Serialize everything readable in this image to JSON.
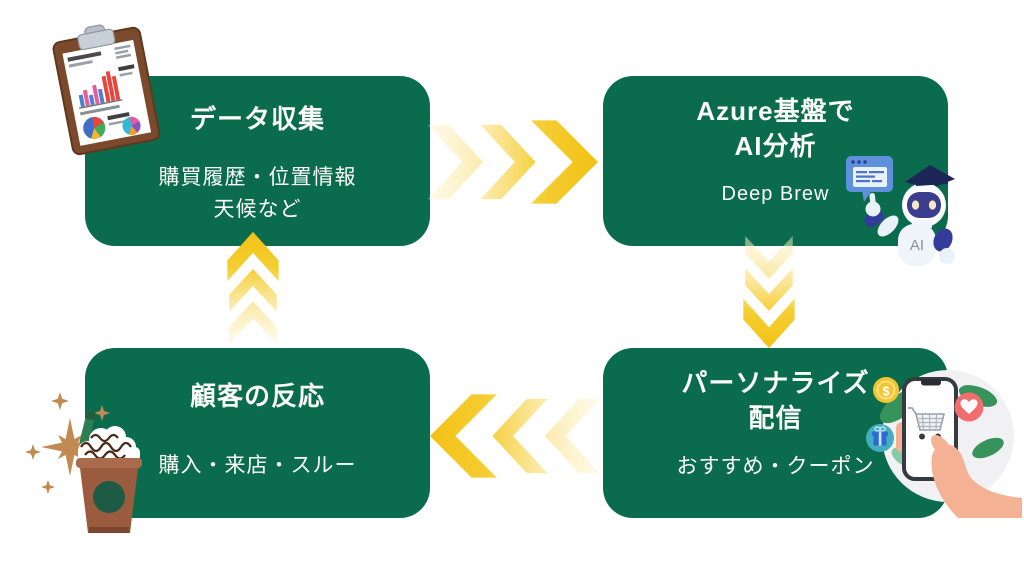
{
  "colors": {
    "background": "#FFFFFF",
    "box_green": "#0B6C4D",
    "arrow_yellow": "#F2C113",
    "text_white": "#FBFBF8"
  },
  "steps": {
    "data_collection": {
      "title": "データ収集",
      "subtitle_line1": "購買履歴・位置情報",
      "subtitle_line2": "天候など"
    },
    "azure_ai": {
      "title_line1": "Azure基盤で",
      "title_line2": "AI分析",
      "subtitle": "Deep Brew"
    },
    "personalized_delivery": {
      "title_line1": "パーソナライズ",
      "title_line2": "配信",
      "subtitle": "おすすめ・クーポン"
    },
    "customer_reaction": {
      "title": "顧客の反応",
      "subtitle": "購入・来店・スルー"
    }
  },
  "robot": {
    "label": "AI"
  },
  "badges": {
    "dollar": "$"
  },
  "icons": {
    "clipboard": "clipboard-charts-icon",
    "robot": "ai-robot-graduate-icon",
    "smartphone": "smartphone-shopping-hand-icon",
    "frappuccino": "frappuccino-drink-icon",
    "arrows": [
      "chevron-right-arrow",
      "chevron-down-arrow",
      "chevron-left-arrow",
      "chevron-up-arrow"
    ]
  }
}
